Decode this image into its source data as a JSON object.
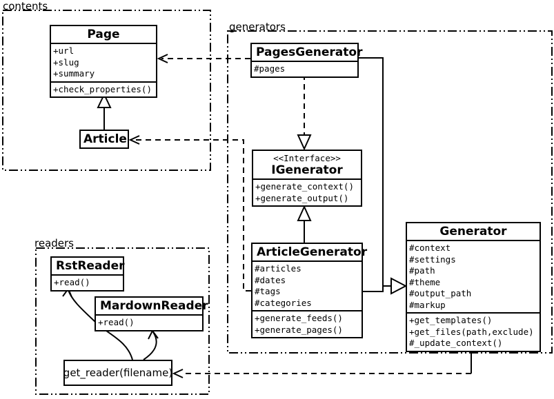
{
  "colors": {
    "line": "#000000",
    "background": "#ffffff"
  },
  "packages": {
    "contents": {
      "label": "contents"
    },
    "generators": {
      "label": "generators"
    },
    "readers": {
      "label": "readers"
    }
  },
  "classes": {
    "page": {
      "title": "Page",
      "attributes": [
        "+url",
        "+slug",
        "+summary"
      ],
      "methods": [
        "+check_properties()"
      ]
    },
    "article": {
      "title": "Article"
    },
    "pages_generator": {
      "title": "PagesGenerator",
      "attributes": [
        "#pages"
      ]
    },
    "igenerator": {
      "stereotype": "<<Interface>>",
      "title": "IGenerator",
      "methods": [
        "+generate_context()",
        "+generate_output()"
      ]
    },
    "article_generator": {
      "title": "ArticleGenerator",
      "attributes": [
        "#articles",
        "#dates",
        "#tags",
        "#categories"
      ],
      "methods": [
        "+generate_feeds()",
        "+generate_pages()"
      ]
    },
    "generator": {
      "title": "Generator",
      "attributes": [
        "#context",
        "#settings",
        "#path",
        "#theme",
        "#output_path",
        "#markup"
      ],
      "methods": [
        "+get_templates()",
        "+get_files(path,exclude)",
        "#_update_context()"
      ]
    },
    "rst_reader": {
      "title": "RstReader",
      "methods": [
        "+read()"
      ]
    },
    "markdown_reader": {
      "title": "MardownReader",
      "methods": [
        "+read()"
      ]
    },
    "get_reader": {
      "label": "get_reader(filename)"
    }
  }
}
